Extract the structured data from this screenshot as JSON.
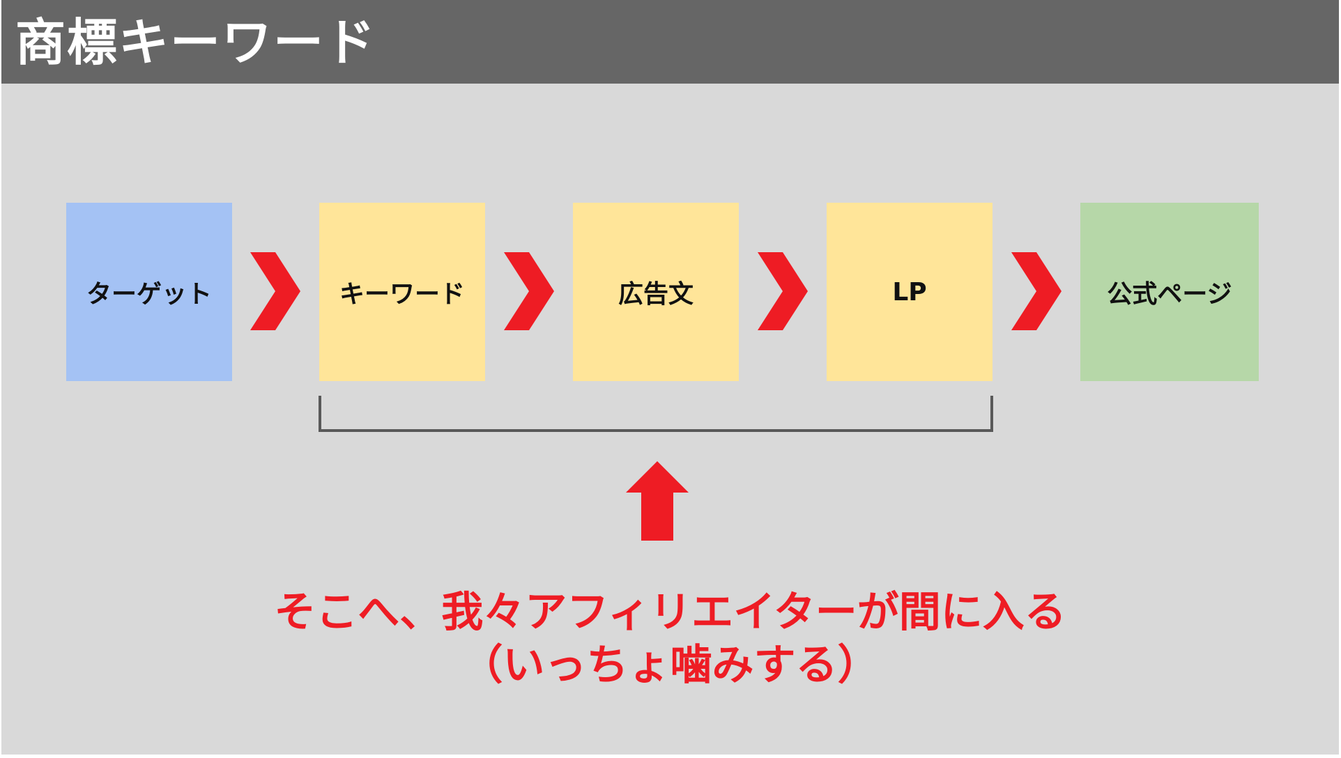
{
  "slide": {
    "title": "商標キーワード"
  },
  "flow": {
    "steps": [
      {
        "label": "ターゲット",
        "color": "#a4c2f4"
      },
      {
        "label": "キーワード",
        "color": "#ffe599"
      },
      {
        "label": "広告文",
        "color": "#ffe599"
      },
      {
        "label": "LP",
        "color": "#ffe599"
      },
      {
        "label": "公式ページ",
        "color": "#b6d7a8"
      }
    ],
    "arrow_color": "#ee1c24",
    "bracket_color": "#595959"
  },
  "callout": {
    "line1": "そこへ、我々アフィリエイターが間に入る",
    "line2": "（いっちょ噛みする）",
    "color": "#ee1c24"
  },
  "colors": {
    "title_bar": "#666666",
    "background": "#d9d9d9"
  }
}
